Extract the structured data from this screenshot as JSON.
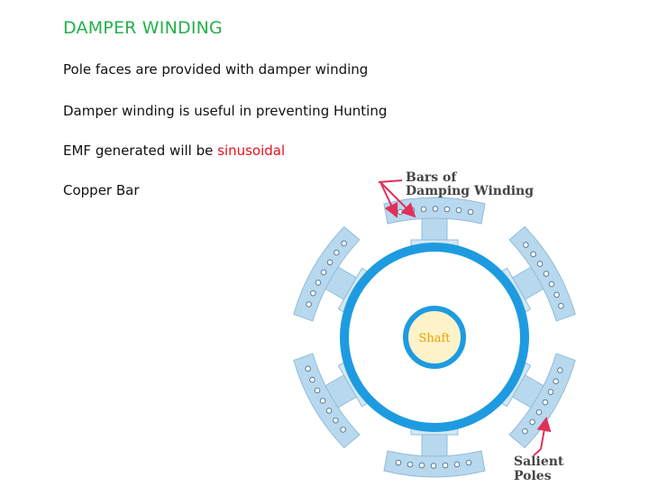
{
  "slide": {
    "title": "DAMPER WINDING",
    "bullets": [
      {
        "text": "Pole faces are provided with damper winding"
      },
      {
        "text": "Damper winding is useful in preventing Hunting"
      },
      {
        "prefix": "EMF generated will be ",
        "highlight": "sinusoidal"
      },
      {
        "text": "Copper Bar"
      }
    ]
  },
  "figure": {
    "label_bars_line1": "Bars of",
    "label_bars_line2": "Damping Winding",
    "label_poles_line1": "Salient",
    "label_poles_line2": "Poles",
    "shaft_label": "Shaft",
    "colors": {
      "ring": "#1e9be0",
      "pole": "#b8d8ee",
      "pole_outline": "#8fbcd9",
      "arrow": "#e0305a",
      "shaft": "#f6c84a"
    }
  }
}
